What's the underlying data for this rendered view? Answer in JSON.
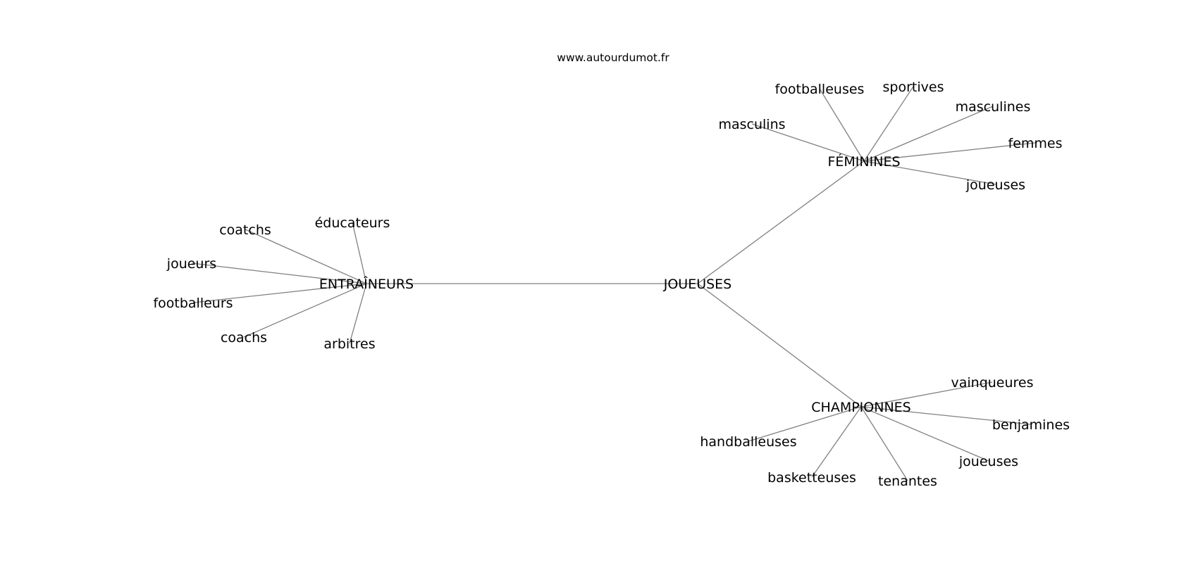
{
  "watermark": "www.autourdumot.fr",
  "colors": {
    "edge": "#808080",
    "text": "#000000",
    "background": "#ffffff"
  },
  "graph": {
    "center": "JOUEUSES",
    "hubs": [
      {
        "label": "ENTRAÎNEURS",
        "leaves": [
          "éducateurs",
          "coatchs",
          "joueurs",
          "footballeurs",
          "coachs",
          "arbitres"
        ]
      },
      {
        "label": "FÉMININES",
        "leaves": [
          "footballeuses",
          "sportives",
          "masculines",
          "masculins",
          "femmes",
          "joueuses"
        ]
      },
      {
        "label": "CHAMPIONNES",
        "leaves": [
          "vainqueures",
          "benjamines",
          "handballeuses",
          "joueuses",
          "basketteuses",
          "tenantes"
        ]
      }
    ]
  }
}
